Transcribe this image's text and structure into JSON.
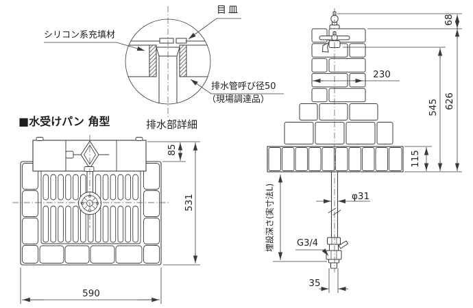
{
  "labels": {
    "title": "■水受けパン 角型",
    "detail_caption": "排水部詳細",
    "strainer": "目皿",
    "silicone_filler": "シリコン系充填材",
    "drain_pipe_dia": "排水管呼び径50",
    "site_procured": "（現場調達品）",
    "thread_size": "G3/4",
    "burial_depth": "埋設深さ(実寸法L)"
  },
  "dims": {
    "ledge_depth": "85",
    "pan_depth": "531",
    "pan_width": "590",
    "finial_height": "68",
    "column_width": "230",
    "total_height": "626",
    "spout_height": "545",
    "pan_base_height": "115",
    "pipe_diameter": "φ31",
    "outlet_offset": "35"
  },
  "colors": {
    "line": "#3a3a3a",
    "text": "#1e1e1e",
    "background": "#ffffff"
  }
}
